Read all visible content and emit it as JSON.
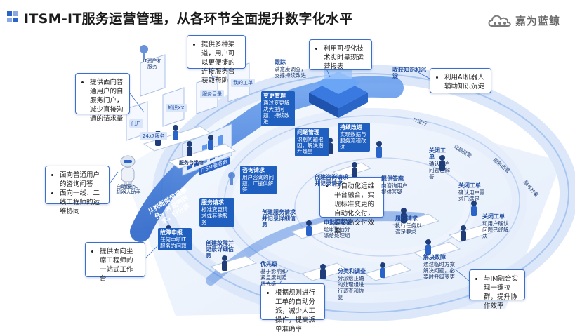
{
  "header": {
    "title": "ITSM-IT服务运营管理，从各环节全面提升数字化水平",
    "brand": "嘉为蓝鲸",
    "accent": "#2a64c8"
  },
  "callouts": {
    "portal": [
      "提供面向普通用户的自服务门户，减少直接沟通的请求量"
    ],
    "channels": [
      "提供多种渠道，用户可以更便捷的连接服务台获取帮助"
    ],
    "reports": [
      "利用可视化技术实时呈现运营报表"
    ],
    "ai_kb": [
      "利用AI机器人辅助知识沉淀"
    ],
    "robot": [
      "面向普通用户的咨询问答",
      "面向一线、二线工程师的运维协同"
    ],
    "workbench": [
      "提供面向坐席工程师的一站式工作台"
    ],
    "automation": [
      "与自动化运维平台融合，实现标准变更的自动化交付，提提高交付效率"
    ],
    "dispatch": [
      "根据规则进行工单的自动分派，减少人工操作，提高派单准确率"
    ],
    "im": [
      "与IM融合实现一键拉群，提升协作效率"
    ]
  },
  "scene": {
    "service_desk": "服务台坐席",
    "itsm_sign": "ITSM服务台",
    "self_portal": "IT资产和服务",
    "robot_label": "自助服务、机器人助手",
    "banner": "从判断类型或事件，并说明诉求，行分类",
    "chips": [
      "知识XX",
      "服务目录",
      "我的工单",
      "门户",
      "24x7服务"
    ]
  },
  "steps": {
    "tracking": {
      "title": "跟踪",
      "desc": "满意度调查，支撑持续改进"
    },
    "change": {
      "title": "变更管理",
      "desc": "通过变更解决大型问题，持续改进"
    },
    "problem": {
      "title": "问题管理",
      "desc": "识别问题根因，解决潜在隐患"
    },
    "improve": {
      "title": "持续改进",
      "desc": "实现数据与服务流程改进"
    },
    "knowledge": {
      "title": "收获知识和沉淀",
      "desc": ""
    },
    "consult": {
      "title": "咨询请求",
      "desc": "用户咨询的问题，IT提供解答"
    },
    "service_req": {
      "title": "服务请求",
      "desc": "标准变更请求或其他服务"
    },
    "fault": {
      "title": "故障申报",
      "desc": "任何中断IT服务的问题"
    },
    "create_consult": {
      "title": "创建咨询请求并记录请求",
      "desc": ""
    },
    "create_service": {
      "title": "创建服务请求并记录详细信息",
      "desc": ""
    },
    "create_fault": {
      "title": "创建故障并记录详细信息",
      "desc": ""
    },
    "priority": {
      "title": "优先级",
      "desc": "基于影响和紧急度判定优先级"
    },
    "approve": {
      "title": "审批和路由",
      "desc": "经审批后分派给处理组"
    },
    "answer": {
      "title": "提供答案",
      "desc": "向咨询用户提供答疑"
    },
    "fulfil": {
      "title": "履行请求",
      "desc": "执行任务以满足要求"
    },
    "close1": {
      "title": "关闭工单",
      "desc": "确认用户问题已解答"
    },
    "close2": {
      "title": "关闭工单",
      "desc": "确认用户需求已满足"
    },
    "close3": {
      "title": "关闭工单",
      "desc": "和用户确认问题已经解决"
    },
    "analyze": {
      "title": "分类和调查",
      "desc": "分派给正确的处理组进行调查和恢复"
    },
    "resolve": {
      "title": "解决故障",
      "desc": "通过临时方案解决问题，必要时升级变更"
    }
  },
  "signs": [
    "IT运行",
    "问题运营",
    "服务运营",
    "服务方案"
  ],
  "colors": {
    "ring": "#2d6fd6",
    "ring_light": "#dfeafb",
    "dark_step": "#1f5fc0"
  }
}
